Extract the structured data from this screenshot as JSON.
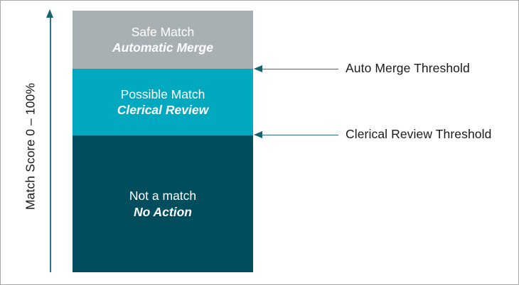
{
  "diagram": {
    "axis": {
      "label": "Match Score 0 – 100%",
      "arrow_icon": "up-arrow-icon",
      "direction": "up"
    },
    "bands": [
      {
        "key": "safe",
        "title": "Safe Match",
        "action": "Automatic Merge",
        "color": "#a9b0b4"
      },
      {
        "key": "possible",
        "title": "Possible Match",
        "action": "Clerical Review",
        "color": "#00a9c0"
      },
      {
        "key": "no-match",
        "title": "Not a match",
        "action": "No Action",
        "color": "#004e5d"
      }
    ],
    "thresholds": [
      {
        "key": "auto-merge",
        "label": "Auto Merge Threshold",
        "arrow_icon": "left-arrow-icon",
        "color": "#2f7185"
      },
      {
        "key": "clerical-review",
        "label": "Clerical Review Threshold",
        "arrow_icon": "left-arrow-icon",
        "color": "#2f7185"
      }
    ]
  }
}
